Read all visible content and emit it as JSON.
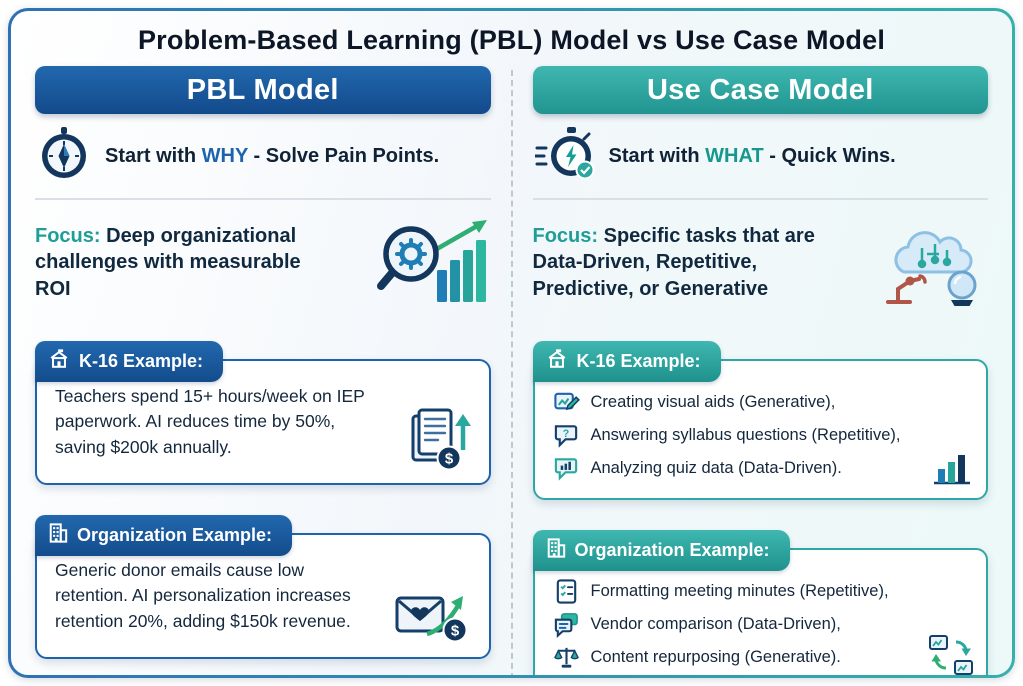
{
  "colors": {
    "brand_blue": "#15579c",
    "brand_teal": "#2fa7a4",
    "text_navy": "#122640",
    "accent_green": "#2fae74"
  },
  "title": "Problem-Based Learning (PBL) Model vs Use Case Model",
  "left": {
    "header": "PBL Model",
    "tagline": {
      "prefix": "Start with ",
      "highlight": "WHY",
      "suffix": " - Solve Pain Points."
    },
    "focus": {
      "label": "Focus:",
      "text": " Deep organizational challenges with measurable ROI"
    },
    "k16_example": {
      "header": "K-16 Example:",
      "text": "Teachers spend 15+ hours/week on IEP paperwork. AI reduces time by 50%, saving $200k annually."
    },
    "org_example": {
      "header": "Organization Example:",
      "text": "Generic donor emails cause low retention. AI personalization increases retention 20%, adding $150k revenue."
    }
  },
  "right": {
    "header": "Use Case Model",
    "tagline": {
      "prefix": "Start with ",
      "highlight": "WHAT",
      "suffix": " - Quick Wins."
    },
    "focus": {
      "label": "Focus:",
      "text": " Specific tasks that are Data-Driven, Repetitive, Predictive, or Generative"
    },
    "k16_example": {
      "header": "K-16 Example:",
      "items": [
        "Creating visual aids (Generative),",
        "Answering syllabus questions (Repetitive),",
        "Analyzing quiz data (Data-Driven)."
      ]
    },
    "org_example": {
      "header": "Organization Example:",
      "items": [
        "Formatting meeting minutes (Repetitive),",
        "Vendor comparison (Data-Driven),",
        "Content repurposing (Generative)."
      ]
    }
  }
}
